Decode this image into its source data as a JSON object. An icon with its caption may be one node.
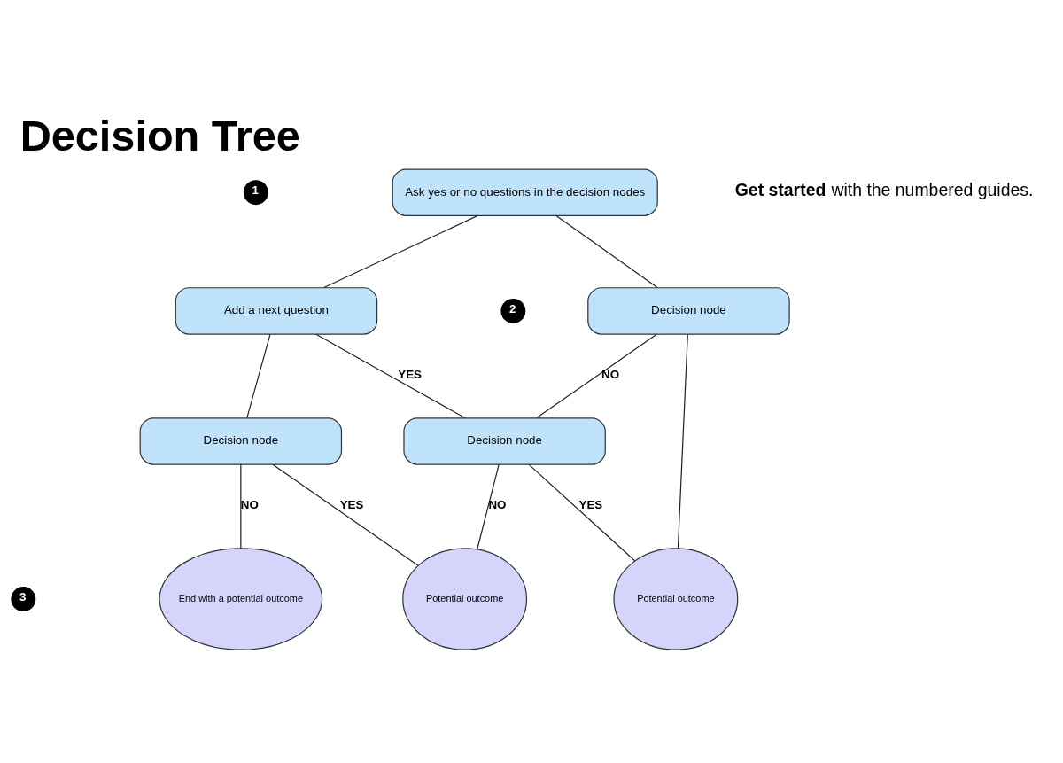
{
  "diagram": {
    "title": "Decision Tree",
    "nodes": [
      {
        "text": [
          "Ask yes or no questions in the decision nodes"
        ]
      },
      {
        "text": [
          "Add a next question"
        ]
      },
      {
        "text": [
          "Decision node"
        ]
      },
      {
        "text": [
          "Decision node"
        ]
      },
      {
        "text": [
          "Decision node"
        ]
      },
      {
        "text": [
          "Potential outcome"
        ]
      },
      {
        "text": [
          "End with a potential outcome"
        ]
      },
      {
        "text": [
          "Potential outcome"
        ]
      }
    ],
    "edges": [
      {
        "from": 0,
        "to": 1,
        "arrow": "none"
      },
      {
        "from": 0,
        "to": 2,
        "arrow": "none"
      },
      {
        "from": 1,
        "to": 3,
        "arrow": "none"
      },
      {
        "from": 1,
        "to": 4,
        "arrow": "none",
        "label": "YES"
      },
      {
        "from": 2,
        "to": 4,
        "arrow": "none",
        "label": "NO"
      },
      {
        "from": 2,
        "to": 5,
        "arrow": "none"
      },
      {
        "from": 4,
        "to": 5,
        "arrow": "none",
        "label": "YES"
      },
      {
        "from": 3,
        "to": 6,
        "arrow": "none",
        "label": "NO"
      },
      {
        "from": 3,
        "to": 7,
        "arrow": "none",
        "label": "YES"
      },
      {
        "from": 4,
        "to": 7,
        "arrow": "none",
        "label": "NO"
      }
    ],
    "labels": [
      "**Get started** with the numbered guides.",
      "1",
      "2",
      "3"
    ]
  }
}
